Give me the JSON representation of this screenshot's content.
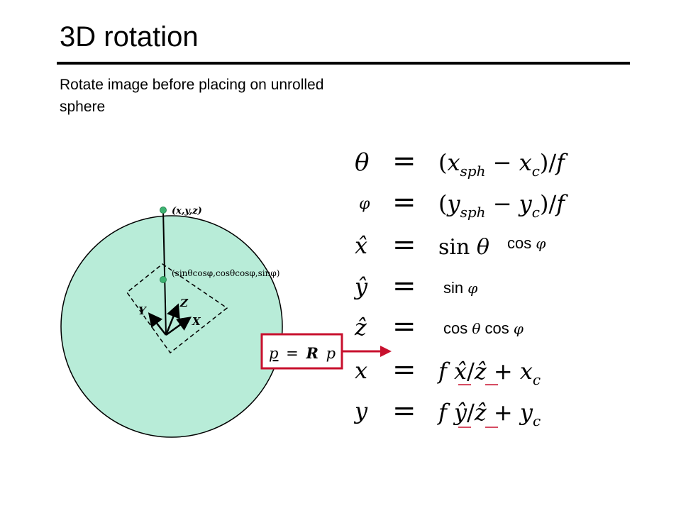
{
  "slide": {
    "title": "3D rotation",
    "subtitle": "Rotate image before placing on unrolled sphere"
  },
  "diagram": {
    "sphere_color": "#b8ecd8",
    "accent_color": "#c8102e",
    "point_label": "(x,y,z)",
    "projection_label": "(sinθcosφ,cosθcosφ,sinφ)",
    "axis_labels": {
      "y": "Y",
      "z": "Z",
      "x": "X"
    },
    "rotation_equation": {
      "lhs": "p",
      "equals": "=",
      "matrix": "R",
      "rhs": "p"
    }
  },
  "equations": [
    {
      "lhs": "θ",
      "rhs": "(x_sph − x_c)/f"
    },
    {
      "lhs": "φ",
      "rhs": "(y_sph − y_c)/f"
    },
    {
      "lhs": "x̂",
      "rhs_math": "sin θ",
      "rhs_text": "cos φ"
    },
    {
      "lhs": "ŷ",
      "rhs_text": "sin φ"
    },
    {
      "lhs": "ẑ",
      "rhs_text": "cos θ cos φ"
    },
    {
      "lhs": "x",
      "rhs": "f x̂/ẑ + x_c"
    },
    {
      "lhs": "y",
      "rhs": "f ŷ/ẑ + y_c"
    }
  ]
}
